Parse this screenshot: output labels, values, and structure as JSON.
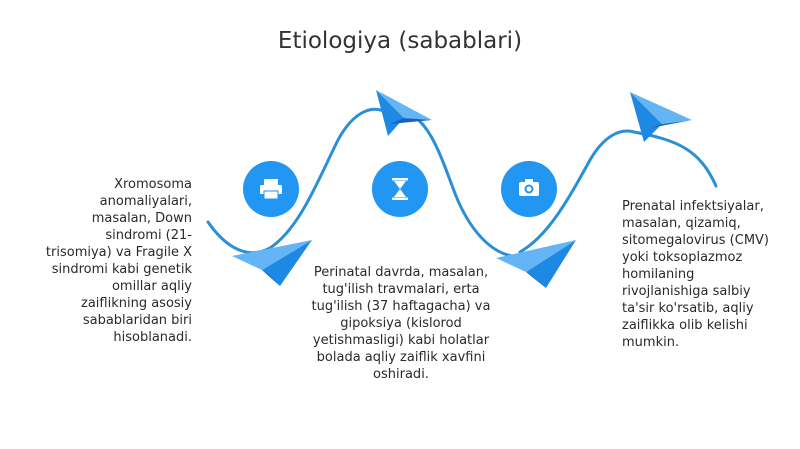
{
  "title": "Etiologiya (sabablari)",
  "colors": {
    "accent": "#2196f3",
    "path": "#2b8fd6",
    "arrow_light": "#64b5f6",
    "arrow_dark": "#1e88e5"
  },
  "steps": [
    {
      "icon": "printer-icon",
      "text": "Xromosoma anomaliyalari, masalan, Down sindromi (21-trisomiya) va Fragile X sindromi kabi genetik omillar aqliy zaiflikning asosiy sabablaridan biri hisoblanadi."
    },
    {
      "icon": "hourglass-icon",
      "text": "Perinatal davrda, masalan, tug'ilish travmalari, erta tug'ilish (37 haftagacha) va gipoksiya (kislorod yetishmasligi) kabi holatlar bolada aqliy zaiflik xavfini oshiradi."
    },
    {
      "icon": "camera-icon",
      "text": "Prenatal infektsiyalar, masalan, qizamiq, sitomegalovirus (CMV) yoki toksoplazmoz homilaning rivojlanishiga salbiy ta'sir ko'rsatib, aqliy zaiflikka olib kelishi mumkin."
    }
  ]
}
